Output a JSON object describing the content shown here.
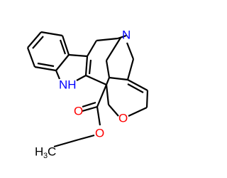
{
  "colors": {
    "bond": "#000000",
    "nitrogen": "#0000ff",
    "oxygen": "#ff0000",
    "carbon_label": "#000000",
    "background": "#ffffff"
  },
  "atoms": {
    "indole_nh": "NH",
    "amine_n": "N",
    "ether_o": "O",
    "carbonyl_o": "O",
    "ester_o": "O",
    "methyl_h3": "H",
    "methyl_sub": "3",
    "methyl_c": "C"
  }
}
